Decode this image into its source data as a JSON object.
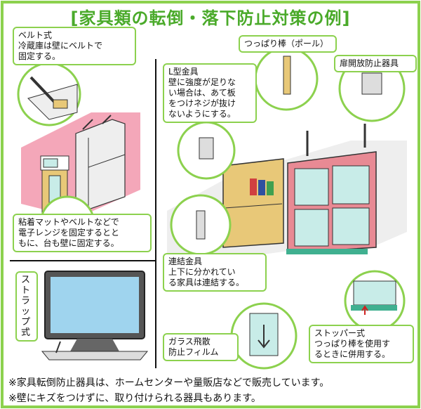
{
  "title": "[家具類の転倒・落下防止対策の例]",
  "labels": {
    "belt": "ベルト式\n冷蔵庫は壁にベルトで\n固定する。",
    "mat": "粘着マットやベルトなどで\n電子レンジを固定するとと\nもに、台も壁に固定する。",
    "strap": "ストラップ式",
    "lbracket": "L型金具\n壁に強度が足りな\nい場合は、あて板\nをつけネジが抜け\nないようにする。",
    "pole": "つっぱり棒（ポール）",
    "door": "扉開放防止器具",
    "connect": "連結金具\n上下に分かれてい\nる家具は連結する。",
    "film": "ガラス飛散\n防止フィルム",
    "stopper": "ストッパー式\nつっぱり棒を使用す\nるときに併用する。"
  },
  "notes": [
    "※家具転倒防止器具は、ホームセンターや量販店などで販売しています。",
    "※壁にキズをつけずに、取り付けられる器具もあります。"
  ],
  "colors": {
    "frame": "#8cd14e",
    "title": "#4aaa2a",
    "wall": "#f4a7b9",
    "cabinet": "#e88a94",
    "wood": "#e8c878",
    "glass": "#c8ece8"
  }
}
